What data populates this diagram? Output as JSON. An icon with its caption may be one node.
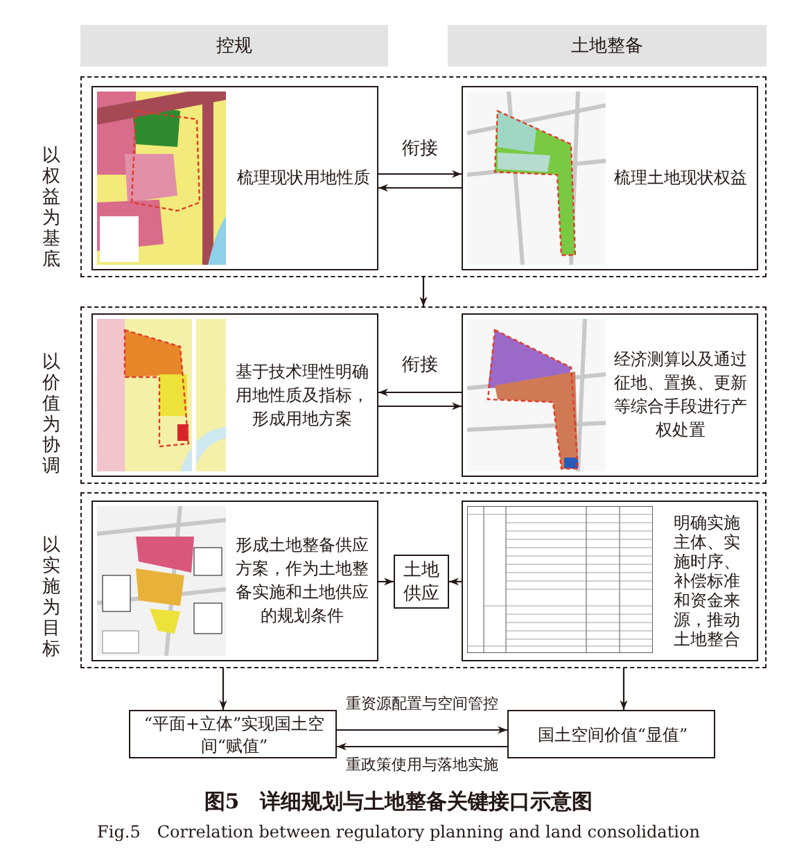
{
  "diagram": {
    "title": "图5　详细规划与土地整备关键接口示意图",
    "caption": "Fig.5　Correlation between regulatory planning and land consolidation",
    "nodes": [
      {
        "text": [
          "控规"
        ]
      },
      {
        "text": [
          "土地整备"
        ]
      },
      {
        "text": [],
        "shape": "box",
        "beside": [
          "以权益为基底"
        ]
      },
      {
        "text": [
          "梳理现状用地性质"
        ],
        "in": 2
      },
      {
        "text": [
          "梳理土地现状权益"
        ],
        "in": 2
      },
      {
        "text": [],
        "shape": "box",
        "beside": [
          "以价值为协调"
        ]
      },
      {
        "text": [
          "基于技术理性明确用地性质及指标，形成用地方案"
        ],
        "in": 5
      },
      {
        "text": [
          "经济测算以及通过征地、置换、更新等综合手段进行产权处置"
        ],
        "in": 5
      },
      {
        "text": [],
        "shape": "box",
        "beside": [
          "以实施为目标"
        ]
      },
      {
        "text": [
          "形成土地整备供应方案，作为土地整备实施和土地供应的规划条件"
        ],
        "in": 8
      },
      {
        "text": [
          "土地供应"
        ],
        "in": 8
      },
      {
        "text": [
          "明确实施主体、实施时序、补偿标准和资金来源，推动土地整合"
        ],
        "in": 8
      },
      {
        "text": [
          "“平面+立体”实现国土空间“赋值”"
        ]
      },
      {
        "text": [
          "国土空间价值“显值”"
        ]
      }
    ],
    "edges": [
      {
        "from": 3,
        "to": 4,
        "arrow": "to",
        "label": "衔接"
      },
      {
        "from": 4,
        "to": 3,
        "arrow": "to"
      },
      {
        "from": 2,
        "to": 5,
        "arrow": "to"
      },
      {
        "from": 7,
        "to": 6,
        "arrow": "to",
        "label": "衔接"
      },
      {
        "from": 6,
        "to": 7,
        "arrow": "to"
      },
      {
        "from": 9,
        "to": 10,
        "arrow": "to"
      },
      {
        "from": 11,
        "to": 10,
        "arrow": "to"
      },
      {
        "from": 8,
        "to": 12,
        "arrow": "to"
      },
      {
        "from": 8,
        "to": 13,
        "arrow": "to"
      },
      {
        "from": 12,
        "to": 13,
        "arrow": "to",
        "label": "重资源配置与空间管控"
      },
      {
        "from": 13,
        "to": 12,
        "arrow": "to",
        "label": "重政策使用与落地实施"
      }
    ]
  }
}
